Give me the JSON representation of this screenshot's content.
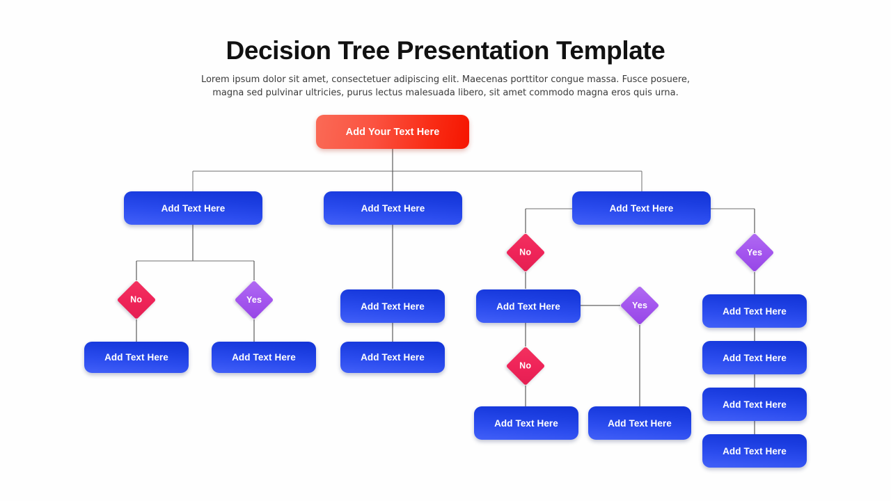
{
  "header": {
    "title": "Decision Tree Presentation Template",
    "subtitle": "Lorem ipsum dolor sit amet, consectetuer adipiscing elit. Maecenas porttitor congue massa. Fusce posuere, magna sed pulvinar ultricies, purus lectus malesuada libero, sit amet commodo magna eros quis urna."
  },
  "colors": {
    "background": "#fefefe",
    "root_start": "#fa6a56",
    "root_end": "#f51500",
    "box_blue_start": "#1233d6",
    "box_blue_end": "#4260f8",
    "diamond_no": "#ef2459",
    "diamond_yes": "#a456ee",
    "connector": "#6e6e6e",
    "title": "#111111",
    "subtitle": "#3a3a3a",
    "node_text": "#ffffff"
  },
  "labels": {
    "root": "Add Your Text Here",
    "box": "Add Text Here",
    "yes": "Yes",
    "no": "No"
  },
  "diagram": {
    "type": "decision-tree",
    "root": {
      "id": "root",
      "label": "Add Your Text Here",
      "shape": "rounded-rect",
      "color": "red-gradient"
    },
    "branches": [
      {
        "id": "branch-left",
        "label": "Add Text Here",
        "children": [
          {
            "id": "left-no",
            "label": "No",
            "shape": "diamond",
            "color": "pink",
            "child": {
              "id": "left-no-box",
              "label": "Add Text Here"
            }
          },
          {
            "id": "left-yes",
            "label": "Yes",
            "shape": "diamond",
            "color": "purple",
            "child": {
              "id": "left-yes-box",
              "label": "Add Text Here"
            }
          }
        ]
      },
      {
        "id": "branch-middle",
        "label": "Add Text Here",
        "children": [
          {
            "id": "mid-box-1",
            "label": "Add Text Here",
            "child": {
              "id": "mid-box-2",
              "label": "Add Text Here"
            }
          }
        ]
      },
      {
        "id": "branch-right",
        "label": "Add Text Here",
        "children": [
          {
            "id": "right-no",
            "label": "No",
            "shape": "diamond",
            "color": "pink",
            "child": {
              "id": "right-no-box",
              "label": "Add Text Here",
              "children": [
                {
                  "id": "right-no-no",
                  "label": "No",
                  "shape": "diamond",
                  "color": "pink",
                  "child": {
                    "id": "right-no-no-box",
                    "label": "Add Text Here"
                  }
                },
                {
                  "id": "right-no-yes",
                  "label": "Yes",
                  "shape": "diamond",
                  "color": "purple",
                  "child": {
                    "id": "right-no-yes-box",
                    "label": "Add Text Here"
                  }
                }
              ]
            }
          },
          {
            "id": "right-yes",
            "label": "Yes",
            "shape": "diamond",
            "color": "purple",
            "child": {
              "id": "right-stack",
              "items": [
                {
                  "id": "right-stack-1",
                  "label": "Add Text Here"
                },
                {
                  "id": "right-stack-2",
                  "label": "Add Text Here"
                },
                {
                  "id": "right-stack-3",
                  "label": "Add Text Here"
                },
                {
                  "id": "right-stack-4",
                  "label": "Add Text Here"
                }
              ]
            }
          }
        ]
      }
    ]
  },
  "nodes": {
    "root": {
      "label": "Add Your Text Here"
    },
    "l1_left": {
      "label": "Add Text Here"
    },
    "l1_middle": {
      "label": "Add Text Here"
    },
    "l1_right": {
      "label": "Add Text Here"
    },
    "left_no": {
      "label": "No"
    },
    "left_yes": {
      "label": "Yes"
    },
    "left_no_box": {
      "label": "Add Text Here"
    },
    "left_yes_box": {
      "label": "Add Text Here"
    },
    "mid_box_1": {
      "label": "Add Text Here"
    },
    "mid_box_2": {
      "label": "Add Text Here"
    },
    "right_no": {
      "label": "No"
    },
    "right_yes": {
      "label": "Yes"
    },
    "right_no_box": {
      "label": "Add Text Here"
    },
    "right_inner_yes": {
      "label": "Yes"
    },
    "right_inner_no": {
      "label": "No"
    },
    "right_no_no_box": {
      "label": "Add Text Here"
    },
    "right_inner_yes_box": {
      "label": "Add Text Here"
    },
    "stack_1": {
      "label": "Add Text Here"
    },
    "stack_2": {
      "label": "Add Text Here"
    },
    "stack_3": {
      "label": "Add Text Here"
    },
    "stack_4": {
      "label": "Add Text Here"
    }
  }
}
